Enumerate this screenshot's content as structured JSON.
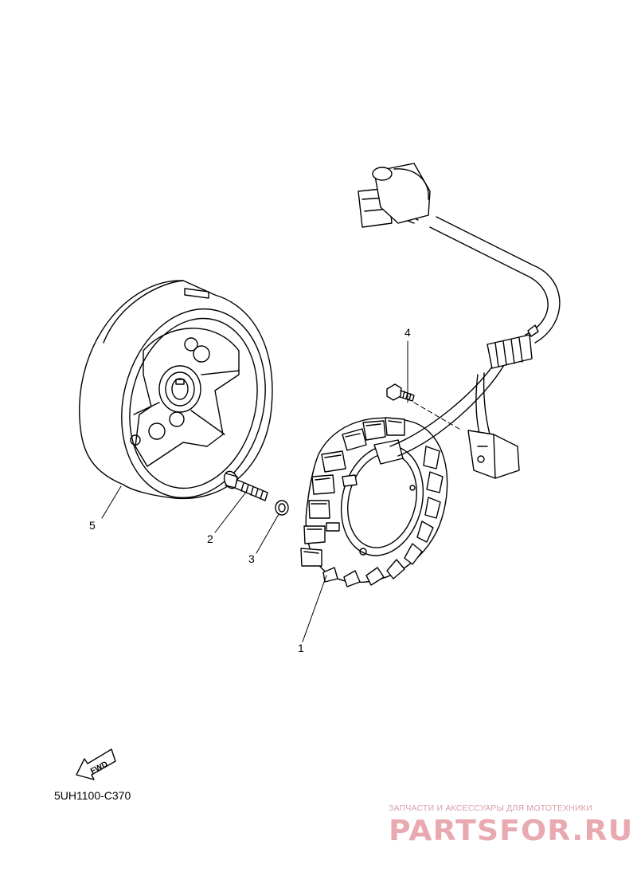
{
  "callouts": [
    {
      "id": "1",
      "label": "1"
    },
    {
      "id": "2",
      "label": "2"
    },
    {
      "id": "3",
      "label": "3"
    },
    {
      "id": "4",
      "label": "4"
    },
    {
      "id": "5",
      "label": "5"
    }
  ],
  "fwd_label": "FWD",
  "diagram_code": "5UH1100-C370",
  "watermark": {
    "subtitle": "ЗАПЧАСТИ И АКСЕССУАРЫ ДЛЯ МОТОТЕХНИКИ",
    "brand": "PARTSFOR.RU"
  },
  "colors": {
    "line": "#000000",
    "watermark": "#e8a9b0"
  }
}
